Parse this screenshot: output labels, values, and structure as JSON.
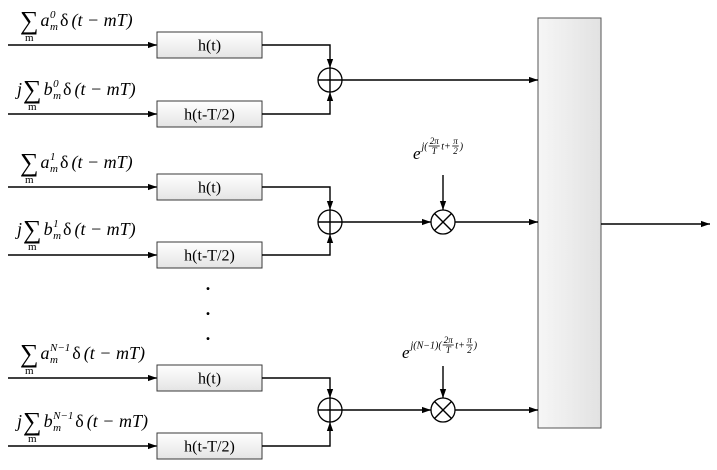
{
  "inputs": [
    {
      "sum": "∑",
      "sum_index": "m",
      "symbol": "a",
      "sup": "0",
      "sub": "m",
      "delta": "δ",
      "arg": "(t − mT)"
    },
    {
      "prefix": "j",
      "sum": "∑",
      "sum_index": "m",
      "symbol": "b",
      "sup": "0",
      "sub": "m",
      "delta": "δ",
      "arg": "(t − mT)"
    },
    {
      "sum": "∑",
      "sum_index": "m",
      "symbol": "a",
      "sup": "1",
      "sub": "m",
      "delta": "δ",
      "arg": "(t − mT)"
    },
    {
      "prefix": "j",
      "sum": "∑",
      "sum_index": "m",
      "symbol": "b",
      "sup": "1",
      "sub": "m",
      "delta": "δ",
      "arg": "(t − mT)"
    },
    {
      "sum": "∑",
      "sum_index": "m",
      "symbol": "a",
      "sup": "N−1",
      "sub": "m",
      "delta": "δ",
      "arg": "(t − mT)"
    },
    {
      "prefix": "j",
      "sum": "∑",
      "sum_index": "m",
      "symbol": "b",
      "sup": "N−1",
      "sub": "m",
      "delta": "δ",
      "arg": "(t − mT)"
    }
  ],
  "filters": [
    "h(t)",
    "h(t-T/2)",
    "h(t)",
    "h(t-T/2)",
    "h(t)",
    "h(t-T/2)"
  ],
  "carriers": [
    {
      "base": "e",
      "open": "j(",
      "frac1_num": "2π",
      "frac1_den": "T",
      "mid": "t+",
      "frac2_num": "π",
      "frac2_den": "2",
      "close": ")"
    },
    {
      "base": "e",
      "open": "j(N−1)(",
      "frac1_num": "2π",
      "frac1_den": "T",
      "mid": "t+",
      "frac2_num": "π",
      "frac2_den": "2",
      "close": ")"
    }
  ],
  "ellipsis": [
    ".",
    ".",
    "."
  ]
}
